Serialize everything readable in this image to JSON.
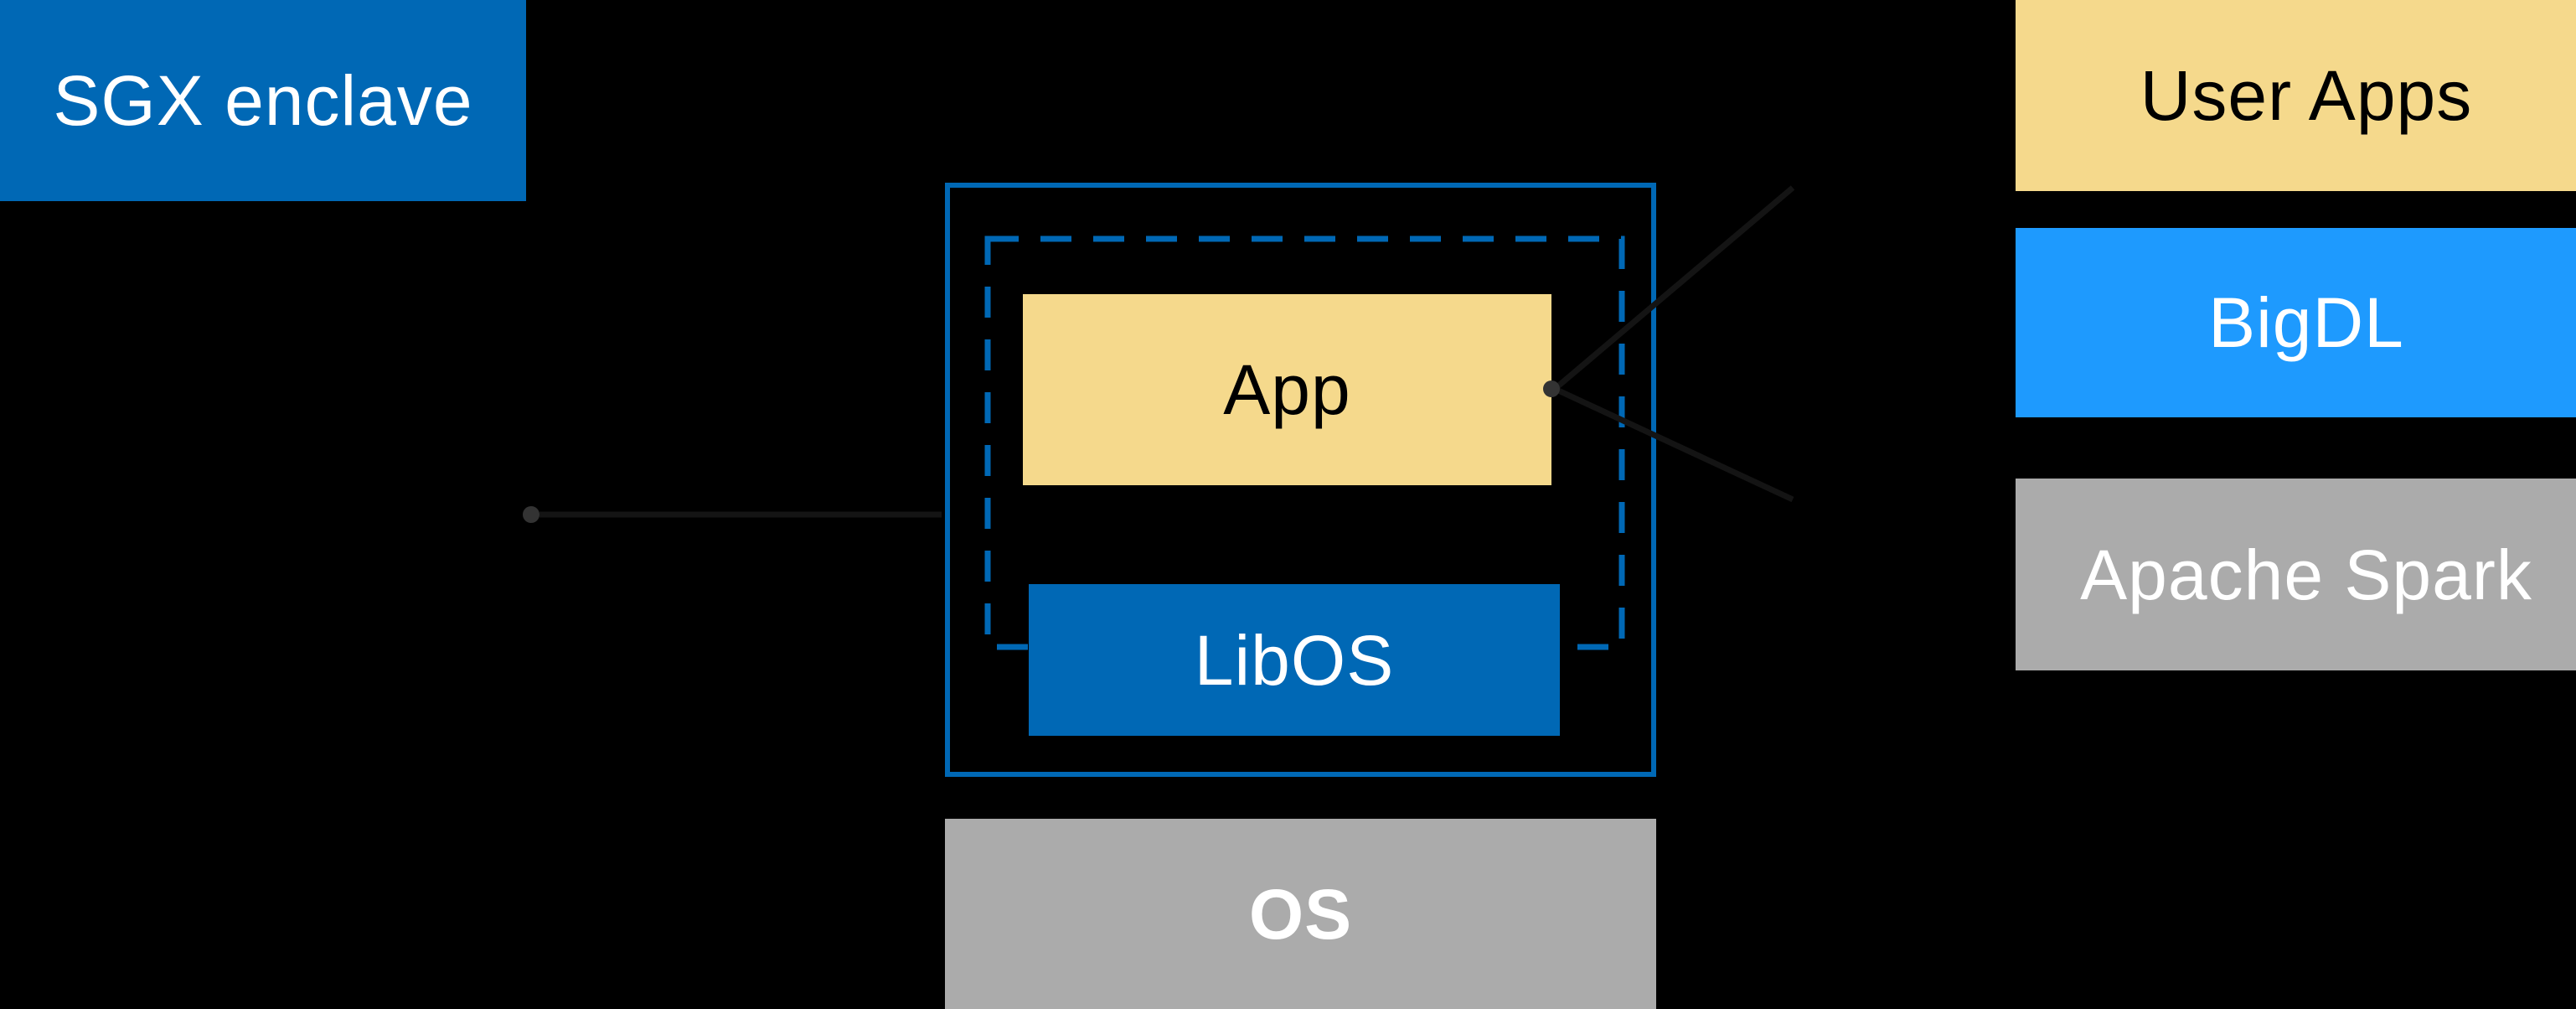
{
  "colors": {
    "background": "#000000",
    "intel_blue": "#0068b5",
    "bright_blue": "#1e9afe",
    "cream_yellow": "#f5d98c",
    "gray": "#ababab",
    "arrow_line": "#141414",
    "arrow_dot": "#333333"
  },
  "sgx": {
    "label": "SGX enclave"
  },
  "enclave_stack": {
    "app_label": "App",
    "libos_label": "LibOS",
    "os_label": "OS"
  },
  "right_stack": {
    "items": [
      {
        "label": "User Apps"
      },
      {
        "label": "BigDL"
      },
      {
        "label": "Apache Spark"
      }
    ]
  }
}
